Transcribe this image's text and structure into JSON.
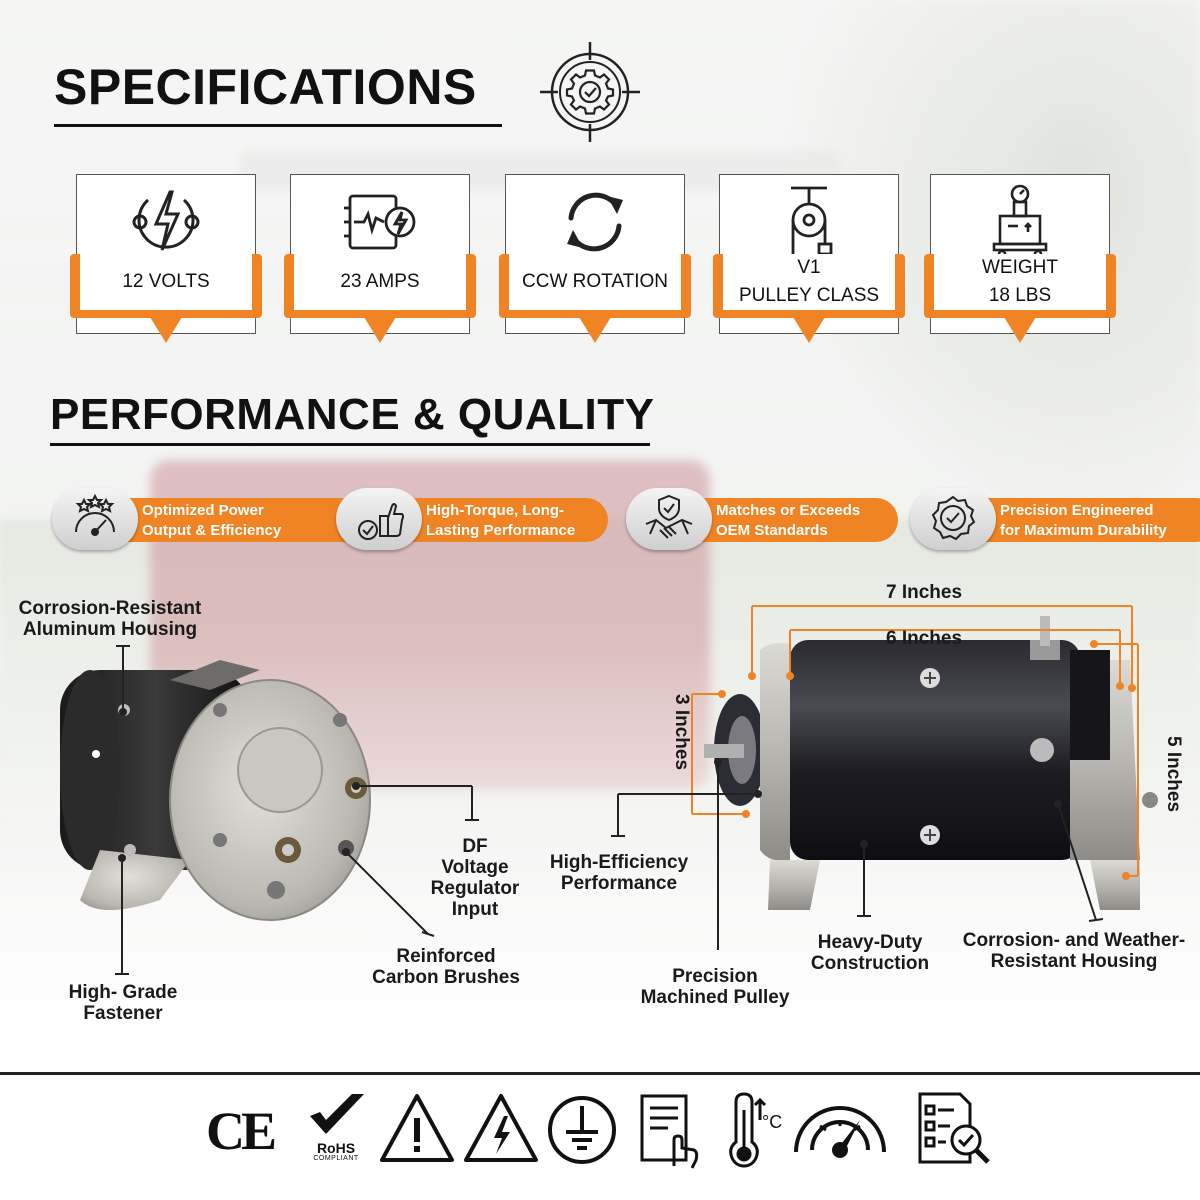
{
  "headings": {
    "specifications": "SPECIFICATIONS",
    "performance": "PERFORMANCE & QUALITY"
  },
  "specs": [
    {
      "icon": "power-icon",
      "lines": [
        "12 VOLTS"
      ]
    },
    {
      "icon": "circuit-icon",
      "lines": [
        "23 AMPS"
      ]
    },
    {
      "icon": "rotation-icon",
      "lines": [
        "CCW ROTATION"
      ]
    },
    {
      "icon": "pulley-icon",
      "lines": [
        "V1",
        "PULLEY CLASS"
      ]
    },
    {
      "icon": "scale-icon",
      "lines": [
        "WEIGHT",
        "18 LBS"
      ]
    }
  ],
  "quality": [
    {
      "icon": "gauge-icon",
      "lines": [
        "Optimized Power",
        "Output & Efficiency"
      ]
    },
    {
      "icon": "thumbs-up-icon",
      "lines": [
        "High-Torque, Long-",
        "Lasting Performance"
      ]
    },
    {
      "icon": "handshake-icon",
      "lines": [
        "Matches or Exceeds",
        "OEM Standards"
      ]
    },
    {
      "icon": "quality-badge-icon",
      "lines": [
        "Precision Engineered",
        "for Maximum Durability"
      ]
    }
  ],
  "callouts": {
    "housing": [
      "Corrosion-Resistant",
      "Aluminum Housing"
    ],
    "df": [
      "DF",
      "Voltage",
      "Regulator",
      "Input"
    ],
    "brushes": [
      "Reinforced",
      "Carbon Brushes"
    ],
    "fastener": [
      "High- Grade",
      "Fastener"
    ],
    "efficiency": [
      "High-Efficiency",
      "Performance"
    ],
    "pulley": [
      "Precision",
      "Machined Pulley"
    ],
    "heavy": [
      "Heavy-Duty",
      "Construction"
    ],
    "weather": [
      "Corrosion- and Weather-",
      "Resistant Housing"
    ]
  },
  "dimensions": {
    "length_total": "7 Inches",
    "length_body": "6 Inches",
    "pulley_dia": "3 Inches",
    "body_dia": "5 Inches"
  },
  "certifications": [
    "ce-mark-icon",
    "rohs-icon",
    "warning-icon",
    "high-voltage-icon",
    "ground-icon",
    "manual-icon",
    "temperature-icon",
    "speedometer-icon",
    "inspection-icon"
  ],
  "rohs": {
    "title": "RoHS",
    "sub": "COMPLIANT"
  },
  "ce_text": "CE",
  "temp_unit": "°C",
  "colors": {
    "accent": "#f08424",
    "text": "#111111"
  }
}
